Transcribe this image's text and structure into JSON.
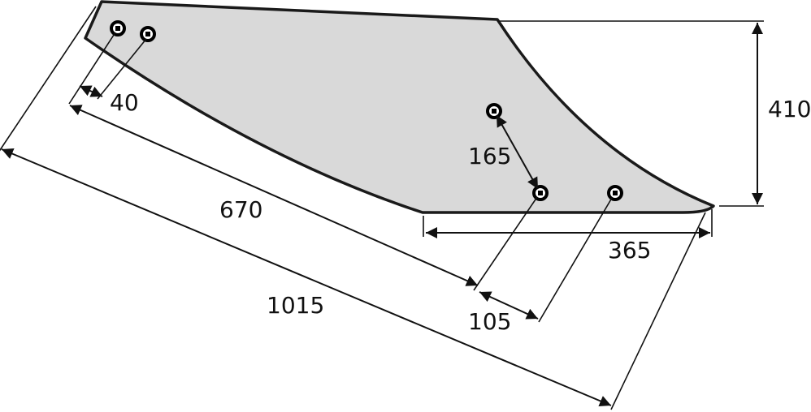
{
  "colors": {
    "plate_fill": "#d9d9d9",
    "outline": "#1a1a1a",
    "lines": "#111111",
    "background": "#ffffff"
  },
  "dimensions": {
    "hole_spacing_left": "40",
    "to_second_hole": "670",
    "overall_length": "1015",
    "height": "410",
    "hole_spacing_diagonal": "165",
    "bottom_edge": "365",
    "hole_spacing_right": "105"
  },
  "hole_count": 5
}
